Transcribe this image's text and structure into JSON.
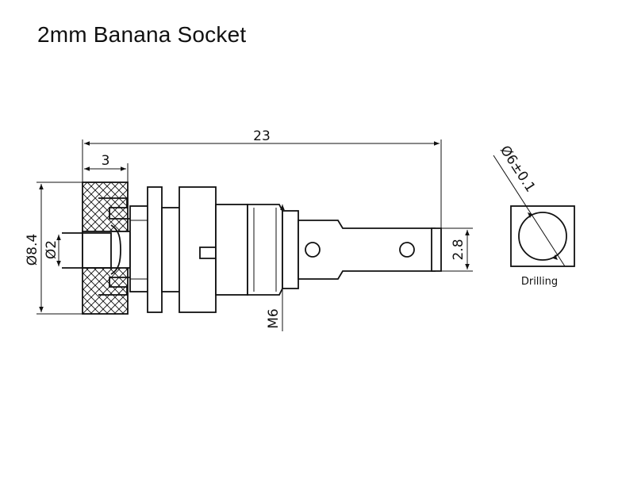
{
  "title": "2mm Banana Socket",
  "dimensions": {
    "overall_length": "23",
    "head_length": "3",
    "head_diameter": "Ø8.4",
    "bore_diameter": "Ø2",
    "thread": "M6",
    "tab_width": "2.8",
    "hole_diameter": "Ø6±0.1"
  },
  "drilling_label": "Drilling",
  "colors": {
    "line": "#111111",
    "background": "#ffffff"
  }
}
